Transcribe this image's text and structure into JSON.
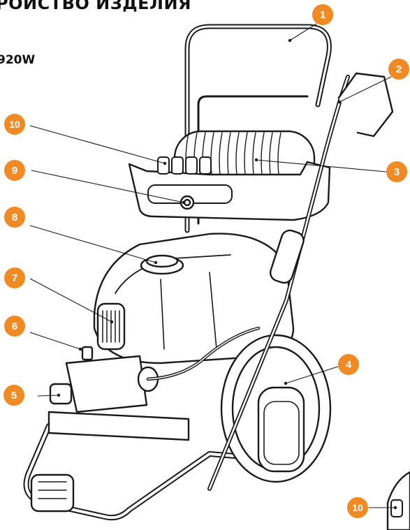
{
  "header": {
    "title": "РОЙСТВО ИЗДЕЛИЯ",
    "model": "920W"
  },
  "callouts": [
    "1",
    "2",
    "3",
    "4",
    "5",
    "6",
    "7",
    "8",
    "9",
    "10",
    "10"
  ],
  "colors": {
    "accent": "#f08a24",
    "outline": "#1a1a1a",
    "body_fill": "#ffffff"
  }
}
